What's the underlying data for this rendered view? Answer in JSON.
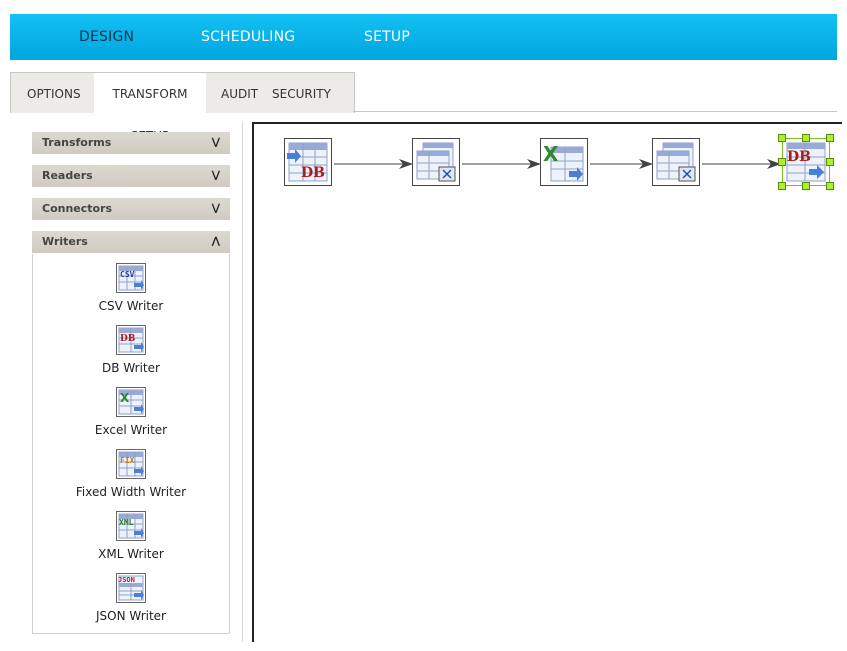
{
  "topnav": {
    "items": [
      {
        "label": "DESIGN",
        "active": true
      },
      {
        "label": "SCHEDULING",
        "active": false
      },
      {
        "label": "SETUP",
        "active": false
      }
    ]
  },
  "tabs": [
    {
      "label": "OPTIONS",
      "active": false
    },
    {
      "label": "TRANSFORM SETUP",
      "active": true
    },
    {
      "label": "AUDIT",
      "active": false
    },
    {
      "label": "SECURITY",
      "active": false
    }
  ],
  "sidebar": {
    "sections": [
      {
        "label": "Transforms",
        "expanded": false,
        "chevron": "chevron-double-down-icon"
      },
      {
        "label": "Readers",
        "expanded": false,
        "chevron": "chevron-double-down-icon"
      },
      {
        "label": "Connectors",
        "expanded": false,
        "chevron": "chevron-double-down-icon"
      },
      {
        "label": "Writers",
        "expanded": true,
        "chevron": "chevron-double-up-icon"
      }
    ],
    "writers": [
      {
        "label": "CSV Writer",
        "badge": "CSV",
        "icon": "csv-writer-icon",
        "color": "#2a3f9c"
      },
      {
        "label": "DB Writer",
        "badge": "DB",
        "icon": "db-writer-icon",
        "color": "#b01818"
      },
      {
        "label": "Excel Writer",
        "badge": "X",
        "icon": "excel-writer-icon",
        "color": "#2f8a2f"
      },
      {
        "label": "Fixed Width Writer",
        "badge": "FIX",
        "icon": "fixed-width-writer-icon",
        "color": "#c87a10"
      },
      {
        "label": "XML Writer",
        "badge": "XML",
        "icon": "xml-writer-icon",
        "color": "#2e7a2e"
      },
      {
        "label": "JSON Writer",
        "badge": "JSON",
        "icon": "json-writer-icon",
        "color": "#c02020"
      }
    ]
  },
  "canvas": {
    "nodes": [
      {
        "type": "db-reader",
        "icon": "db-reader-icon",
        "badge": "DB",
        "selected": false
      },
      {
        "type": "transform",
        "icon": "transform-icon",
        "badge": "",
        "selected": false
      },
      {
        "type": "excel-reader",
        "icon": "excel-reader-icon",
        "badge": "X",
        "selected": false
      },
      {
        "type": "transform",
        "icon": "transform-icon",
        "badge": "",
        "selected": false
      },
      {
        "type": "db-writer",
        "icon": "db-writer-icon",
        "badge": "DB",
        "selected": true
      }
    ]
  },
  "colors": {
    "nav_gradient_top": "#14c0f4",
    "nav_gradient_bottom": "#00a6df",
    "selection_handle": "#aaf22e",
    "accordion_bg": "#d6d3ca"
  }
}
